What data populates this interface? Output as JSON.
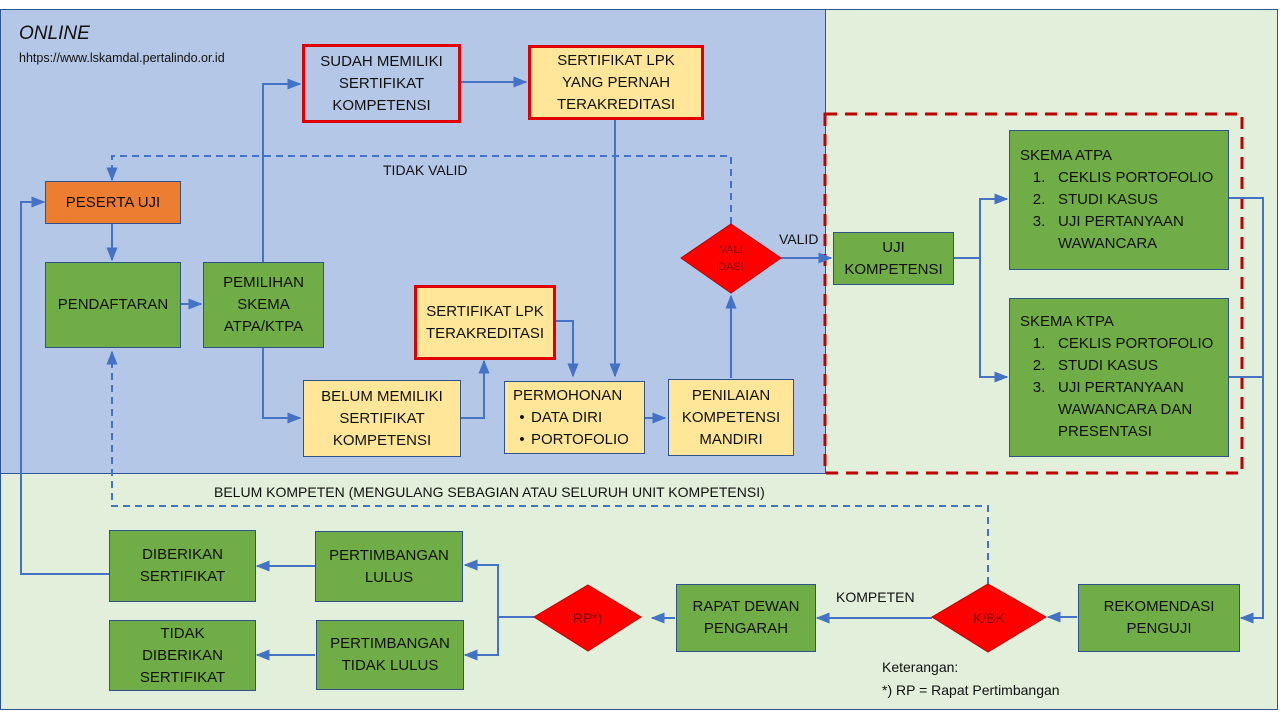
{
  "zone": {
    "title": "ONLINE",
    "url": "hhtps://www.lskamdal.pertalindo.or.id"
  },
  "nodes": {
    "peserta_uji": "PESERTA UJI",
    "pendaftaran": "PENDAFTARAN",
    "pemilihan": [
      "PEMILIHAN",
      "SKEMA",
      "ATPA/KTPA"
    ],
    "sudah_memiliki": [
      "SUDAH MEMILIKI",
      "SERTIFIKAT",
      "KOMPETENSI"
    ],
    "sertifikat_lpk_pernah": [
      "SERTIFIKAT LPK",
      "YANG PERNAH",
      "TERAKREDITASI"
    ],
    "sertifikat_lpk": [
      "SERTIFIKAT LPK",
      "TERAKREDITASI"
    ],
    "belum_memiliki": [
      "BELUM MEMILIKI",
      "SERTIFIKAT",
      "KOMPETENSI"
    ],
    "permohonan": {
      "title": "PERMOHONAN",
      "items": [
        "DATA DIRI",
        "PORTOFOLIO"
      ],
      "bullet": "•"
    },
    "penilaian": [
      "PENILAIAN",
      "KOMPETENSI",
      "MANDIRI"
    ],
    "validasi": [
      "VALI",
      "DASI"
    ],
    "uji_kompetensi": [
      "UJI",
      "KOMPETENSI"
    ],
    "skema_atpa": {
      "title": "SKEMA ATPA",
      "items": [
        {
          "num": "1.",
          "text": "CEKLIS PORTOFOLIO"
        },
        {
          "num": "2.",
          "text": "STUDI KASUS"
        },
        {
          "num": "3.",
          "text": "UJI PERTANYAAN"
        },
        {
          "num": "",
          "text": "WAWANCARA"
        }
      ]
    },
    "skema_ktpa": {
      "title": "SKEMA KTPA",
      "items": [
        {
          "num": "1.",
          "text": "CEKLIS PORTOFOLIO"
        },
        {
          "num": "2.",
          "text": "STUDI KASUS"
        },
        {
          "num": "3.",
          "text": "UJI PERTANYAAN"
        },
        {
          "num": "",
          "text": "WAWANCARA DAN"
        },
        {
          "num": "",
          "text": "PRESENTASI"
        }
      ]
    },
    "rekomendasi": [
      "REKOMENDASI",
      "PENGUJI"
    ],
    "kbk": "K/BK",
    "rapat_dewan": [
      "RAPAT DEWAN",
      "PENGARAH"
    ],
    "rp": "RP*)",
    "pertimbangan_lulus": [
      "PERTIMBANGAN",
      "LULUS"
    ],
    "pertimbangan_tidak_lulus": [
      "PERTIMBANGAN",
      "TIDAK LULUS"
    ],
    "diberikan": [
      "DIBERIKAN",
      "SERTIFIKAT"
    ],
    "tidak_diberikan": [
      "TIDAK",
      "DIBERIKAN",
      "SERTIFIKAT"
    ]
  },
  "edge_labels": {
    "tidak_valid": "TIDAK VALID",
    "valid": "VALID",
    "kompeten": "KOMPETEN",
    "belum_kompeten": "BELUM KOMPETEN (MENGULANG SEBAGIAN ATAU SELURUH UNIT KOMPETENSI)"
  },
  "legend": {
    "title": "Keterangan:",
    "note": "*) RP = Rapat Pertimbangan"
  },
  "colors": {
    "online_zone": "#b4c7e7",
    "offline_zone": "#e2efda",
    "process_green": "#70ad47",
    "document_yellow": "#ffe699",
    "start_orange": "#ed7d31",
    "decision_red": "#ff0000",
    "highlight_border": "#e00000",
    "connector_blue": "#4472c4",
    "assessment_dash": "#c00000"
  }
}
